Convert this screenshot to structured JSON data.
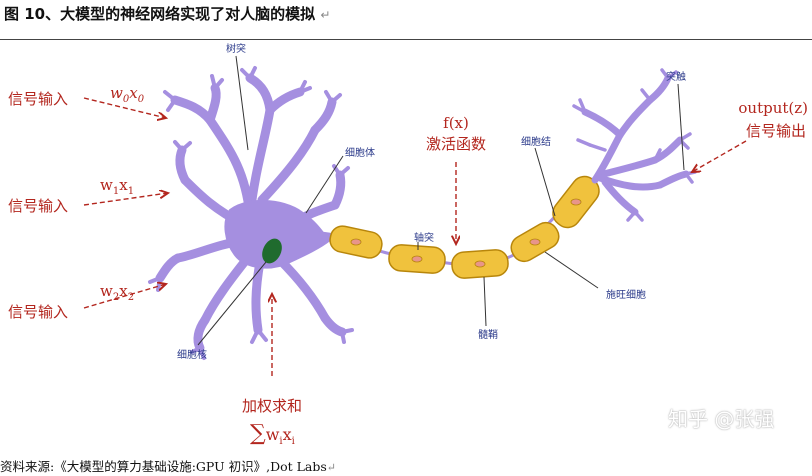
{
  "figure": {
    "title": "图 10、大模型的神经网络实现了对人脑的模拟",
    "return_mark": "↵",
    "source": "资料来源:《大模型的算力基础设施:GPU 初识》,Dot Labs",
    "watermark": "知乎 @张强"
  },
  "inputs": [
    {
      "label": "信号输入",
      "weight_sym": "w",
      "weight_sub": "0",
      "x_sym": "x",
      "x_sub": "0"
    },
    {
      "label": "信号输入",
      "weight_sym": "w",
      "weight_sub": "1",
      "x_sym": "x",
      "x_sub": "1"
    },
    {
      "label": "信号输入",
      "weight_sym": "w",
      "weight_sub": "2",
      "x_sym": "x",
      "x_sub": "2"
    }
  ],
  "activation": {
    "func": "f(x)",
    "label": "激活函数"
  },
  "output": {
    "func": "output(z)",
    "label": "信号输出"
  },
  "sum": {
    "label": "加权求和",
    "sigma": "∑",
    "w": "w",
    "w_sub": "i",
    "x": "x",
    "x_sub": "i"
  },
  "parts": {
    "dendrite": "树突",
    "soma": "细胞体",
    "nucleus": "细胞核",
    "axon": "轴突",
    "node": "细胞结",
    "synapse": "突触",
    "schwann": "施旺细胞",
    "myelin": "髓鞘"
  },
  "colors": {
    "neuron": "#a58fe0",
    "neuron_stroke": "#8a72cf",
    "nucleus": "#1f6b2e",
    "myelin": "#f0c23d",
    "myelin_stroke": "#b8860b",
    "myelin_core": "#e8958a",
    "arrow": "#b3261e",
    "part_label": "#2b3a8a"
  }
}
